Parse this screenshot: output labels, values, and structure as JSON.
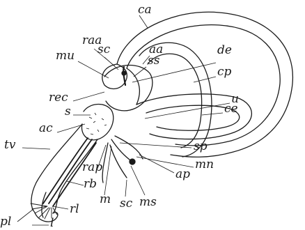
{
  "figure": {
    "ink_color": "#1a1a1a",
    "paper_color": "#ffffff",
    "labels": {
      "ca": "ca",
      "raa": "raa",
      "sc_top": "sc",
      "mu": "mu",
      "aa": "aa",
      "ss": "ss",
      "de": "de",
      "cp": "cp",
      "rec": "rec",
      "u": "u",
      "ce": "ce",
      "s": "s",
      "ac": "ac",
      "tv": "tv",
      "sp": "sp",
      "mn": "mn",
      "rap": "rap",
      "ap": "ap",
      "rb": "rb",
      "m": "m",
      "ms": "ms",
      "sc_bottom": "sc",
      "pl": "pl",
      "rl": "rl",
      "l": "l"
    }
  }
}
